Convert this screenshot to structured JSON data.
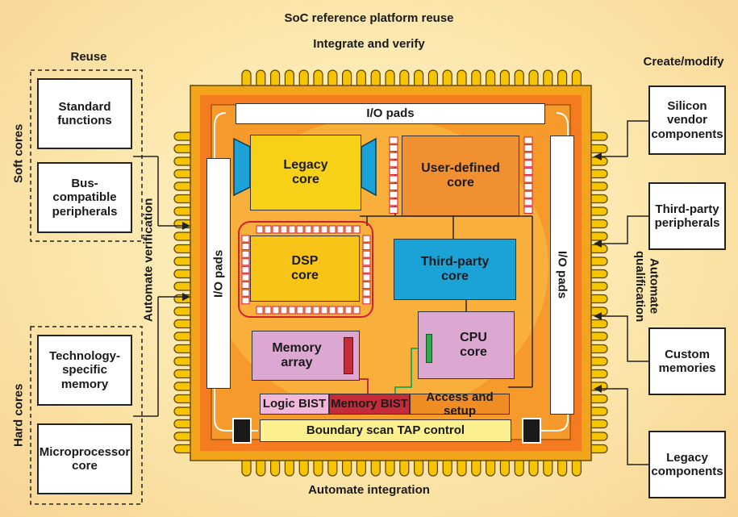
{
  "title": "SoC reference platform reuse",
  "subtitle": "Integrate and verify",
  "bottom_caption": "Automate integration",
  "left": {
    "heading": "Reuse",
    "soft_cores_label": "Soft cores",
    "hard_cores_label": "Hard cores",
    "automate_verification": "Automate verification",
    "soft_items": [
      "Standard\nfunctions",
      "Bus-\ncompatible\nperipherals"
    ],
    "hard_items": [
      "Technology-\nspecific\nmemory",
      "Microprocessor\ncore"
    ]
  },
  "right": {
    "heading": "Create/modify",
    "automate_qualification": "Automate\nqualification",
    "items": [
      "Silicon\nvendor\ncomponents",
      "Third-party\nperipherals",
      "Custom\nmemories",
      "Legacy\ncomponents"
    ]
  },
  "chip": {
    "io_pads_top": "I/O pads",
    "io_pads_left": "I/O pads",
    "io_pads_right": "I/O pads",
    "legacy_core": "Legacy\ncore",
    "user_defined_core": "User-defined\ncore",
    "dsp_core": "DSP\ncore",
    "third_party_core": "Third-party\ncore",
    "memory_array": "Memory\narray",
    "cpu_core": "CPU\ncore",
    "logic_bist": "Logic BIST",
    "memory_bist": "Memory BIST",
    "access_setup": "Access and setup",
    "boundary_scan": "Boundary scan TAP control"
  },
  "colors": {
    "chip_frame": "#f2a51a",
    "chip_body": "#f47b20",
    "pin": "#f6c400",
    "legacy": "#f7d117",
    "user_defined": "#f19030",
    "dsp": "#f7c417",
    "third_party": "#1ba3d8",
    "memory_array": "#dca8d2",
    "cpu": "#dca8d2",
    "logic_bist": "#f2b8dc",
    "memory_bist": "#c42c3a",
    "access_setup": "#f08c24",
    "boundary": "#fbef8e"
  }
}
